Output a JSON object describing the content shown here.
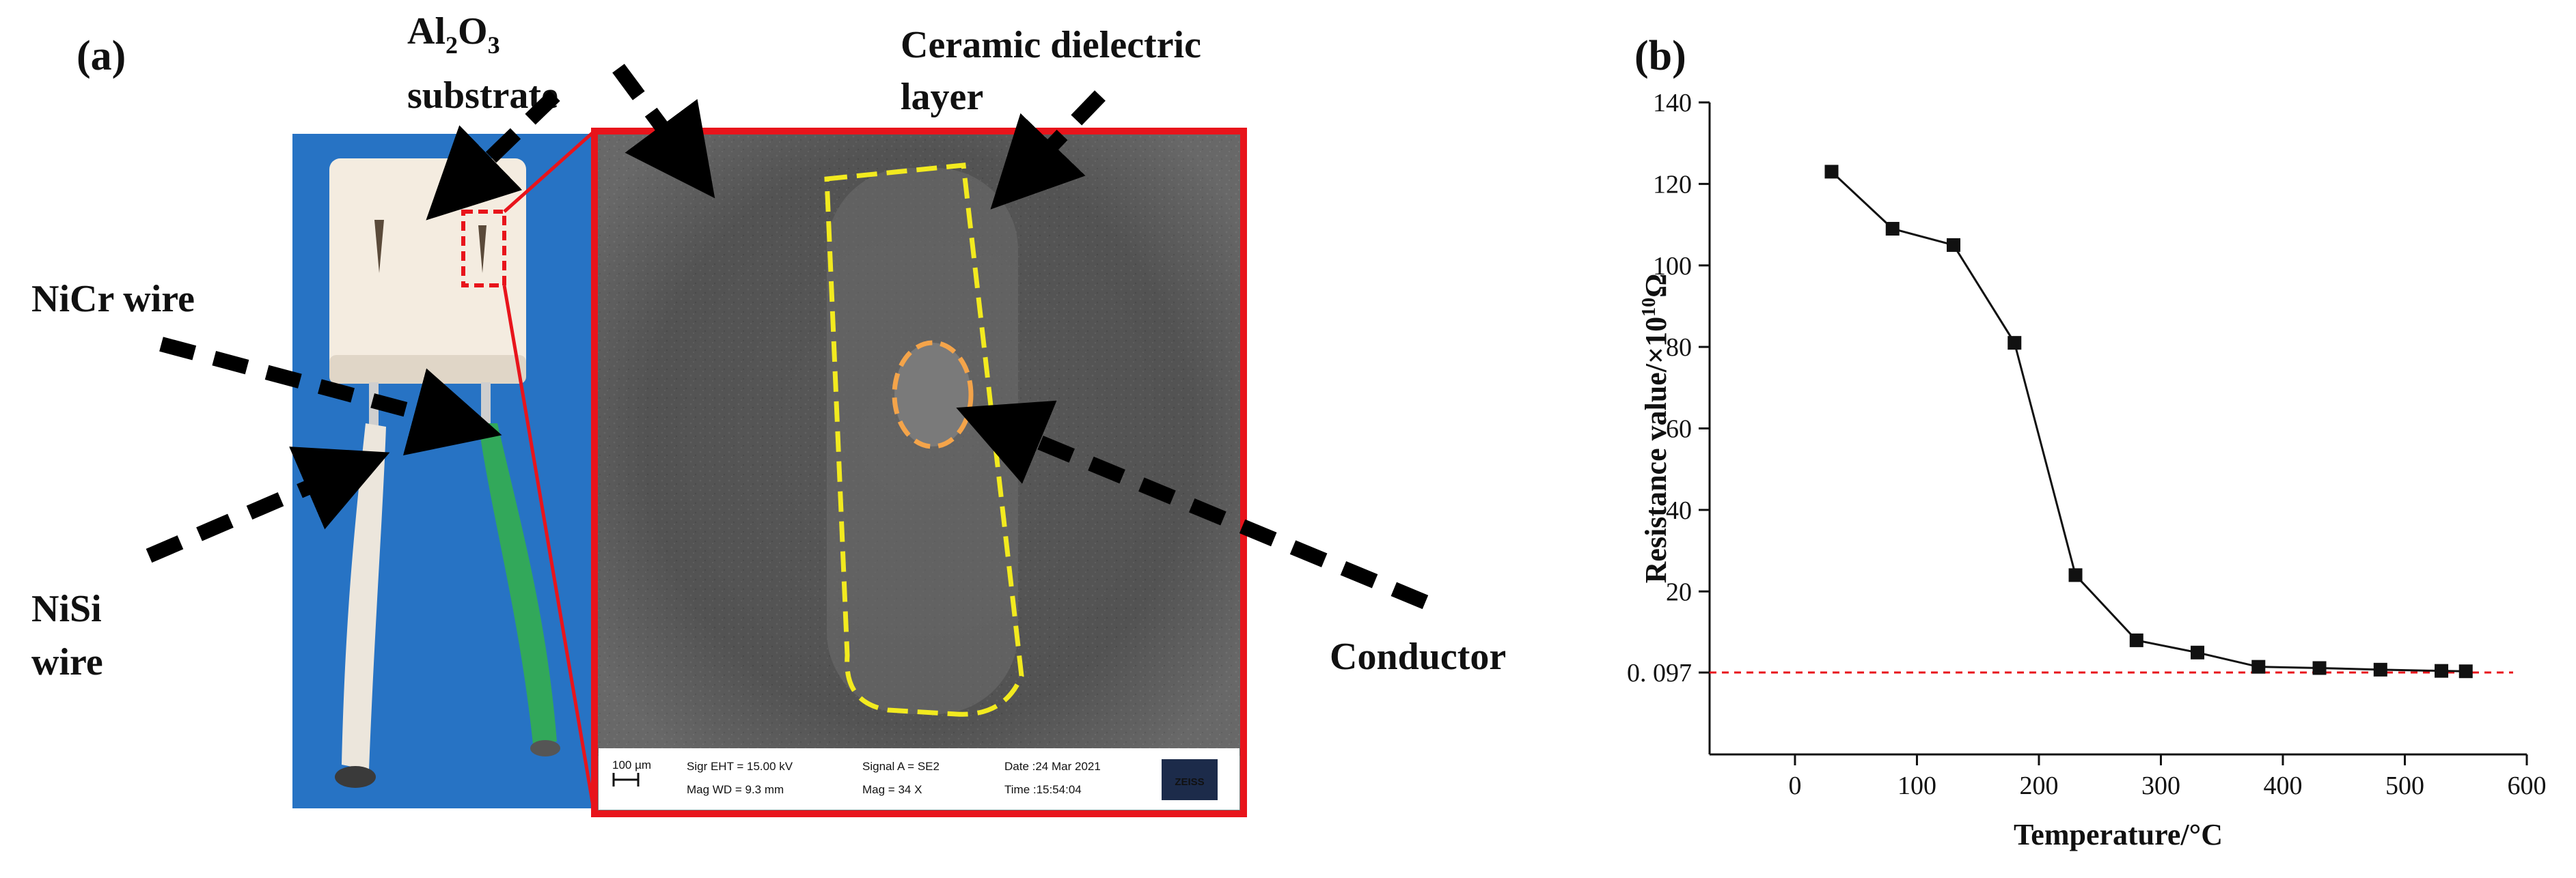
{
  "panel_a": {
    "label": "(a)",
    "annotations": {
      "al2o3_main": "Al",
      "al2o3_sub2": "2",
      "al2o3_o": "O",
      "al2o3_sub3": "3",
      "substrate": "substrate",
      "ceramic_line1": "Ceramic dielectric",
      "ceramic_line2": "layer",
      "nicr": "NiCr wire",
      "nisi_line1": "NiSi",
      "nisi_line2": "wire",
      "conductor": "Conductor"
    },
    "sem_info": {
      "scale": "100 µm",
      "sigr_eht": "Sigr EHT = 15.00 kV",
      "mag_wd": "Mag WD =  9.3 mm",
      "signal": "Signal A = SE2",
      "mag": "Mag =     34 X",
      "date": "Date :24 Mar 2021",
      "time": "Time :15:54:04",
      "brand": "ZEISS"
    },
    "colors": {
      "highlight_box": "#e8141b",
      "dielectric_outline": "#f2ea1f",
      "conductor_outline": "#f4a44a",
      "photo_background": "#2f7fd0",
      "green_wire": "#32a85a"
    }
  },
  "panel_b": {
    "label": "(b)"
  },
  "chart_data": {
    "type": "line",
    "xlabel": "Temperature/°C",
    "ylabel_main": "Resistance value/×10",
    "ylabel_exp": "10",
    "ylabel_unit": "Ω",
    "x": [
      30,
      80,
      130,
      180,
      230,
      280,
      330,
      380,
      430,
      480,
      530,
      550
    ],
    "values": [
      123,
      109,
      105,
      81,
      24,
      8,
      5,
      1.5,
      1.2,
      0.8,
      0.5,
      0.4
    ],
    "xlim": [
      -70,
      600
    ],
    "ylim": [
      -20,
      140
    ],
    "xticks": [
      "0",
      "100",
      "200",
      "300",
      "400",
      "500",
      "600"
    ],
    "yticks": [
      "20",
      "40",
      "60",
      "80",
      "100",
      "120",
      "140"
    ],
    "threshold_label": "0. 097",
    "threshold_value": 0.097,
    "series_color": "#111111",
    "threshold_color": "#e8141b",
    "grid": false
  }
}
